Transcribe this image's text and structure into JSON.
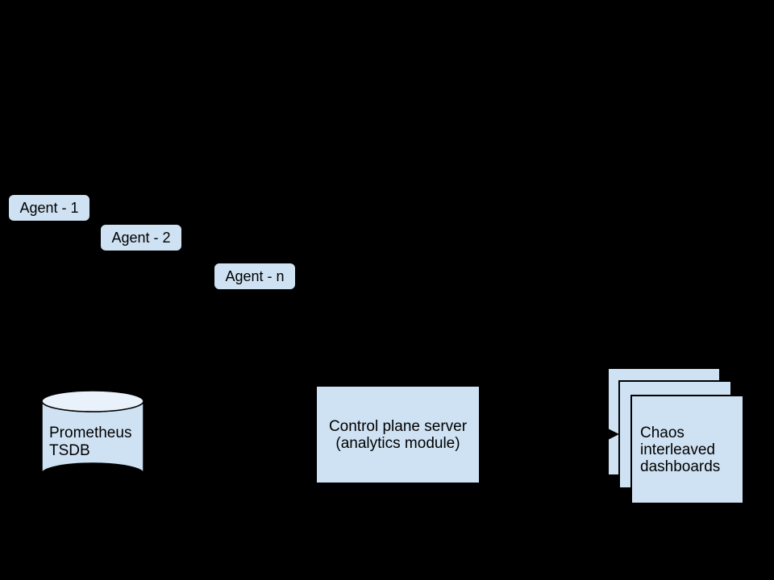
{
  "diagram": {
    "background": "#000000",
    "colors": {
      "node_fill": "#cfe2f3",
      "cylinder_top_fill": "#e9f1fa",
      "node_border": "#000000",
      "arrow": "#000000",
      "text": "#000000"
    },
    "agents": {
      "agent1": "Agent - 1",
      "agent2": "Agent - 2",
      "agentn": "Agent - n"
    },
    "tsdb": {
      "line1": "Prometheus",
      "line2": "TSDB"
    },
    "control_plane": {
      "line1": "Control plane server",
      "line2": "(analytics module)"
    },
    "dashboards": {
      "line1": "Chaos",
      "line2": "interleaved",
      "line3": "dashboards"
    }
  }
}
